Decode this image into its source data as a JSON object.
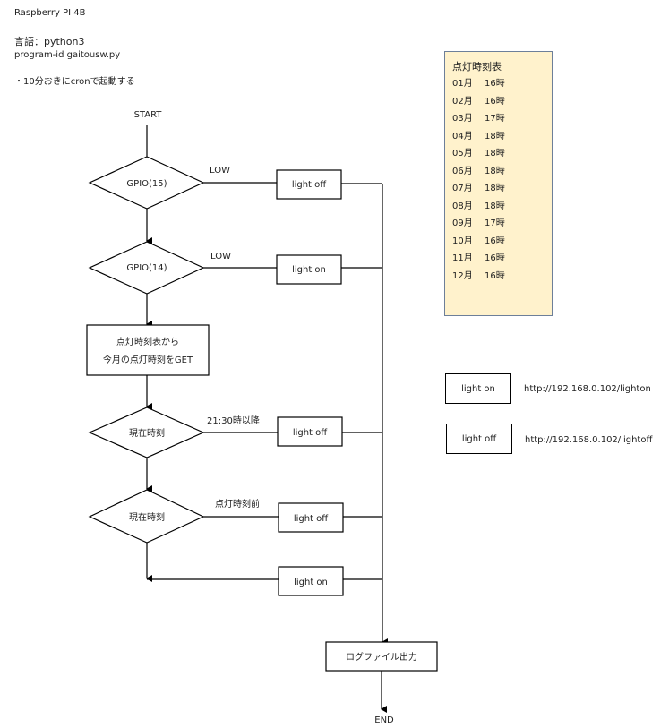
{
  "header": {
    "device": "Raspberry PI 4B",
    "language": "言語：python3",
    "program_id": "program-id gaitousw.py",
    "note": "・10分おきにcronで起動する"
  },
  "flowchart": {
    "start": "START",
    "end": "END",
    "decision_gpio15": "GPIO(15)",
    "decision_gpio15_branch": "LOW",
    "action_gpio15": "light off",
    "decision_gpio14": "GPIO(14)",
    "decision_gpio14_branch": "LOW",
    "action_gpio14": "light on",
    "process_get_line1": "点灯時刻表から",
    "process_get_line2": "今月の点灯時刻をGET",
    "decision_time1": "現在時刻",
    "decision_time1_branch": "21:30時以降",
    "action_time1": "light off",
    "decision_time2": "現在時刻",
    "decision_time2_branch": "点灯時刻前",
    "action_time2": "light off",
    "action_default": "light on",
    "log_output": "ログファイル出力"
  },
  "schedule_table": {
    "title": "点灯時刻表",
    "rows": [
      {
        "month": "01月",
        "hour": "16時"
      },
      {
        "month": "02月",
        "hour": "16時"
      },
      {
        "month": "03月",
        "hour": "17時"
      },
      {
        "month": "04月",
        "hour": "18時"
      },
      {
        "month": "05月",
        "hour": "18時"
      },
      {
        "month": "06月",
        "hour": "18時"
      },
      {
        "month": "07月",
        "hour": "18時"
      },
      {
        "month": "08月",
        "hour": "18時"
      },
      {
        "month": "09月",
        "hour": "17時"
      },
      {
        "month": "10月",
        "hour": "16時"
      },
      {
        "month": "11月",
        "hour": "16時"
      },
      {
        "month": "12月",
        "hour": "16時"
      }
    ]
  },
  "legend": [
    {
      "label": "light on",
      "url": "http://192.168.0.102/lighton"
    },
    {
      "label": "light off",
      "url": "http://192.168.0.102/lightoff"
    }
  ],
  "colors": {
    "table_background": "#fff2cc",
    "table_border": "#6d7f99",
    "line": "#000000"
  }
}
